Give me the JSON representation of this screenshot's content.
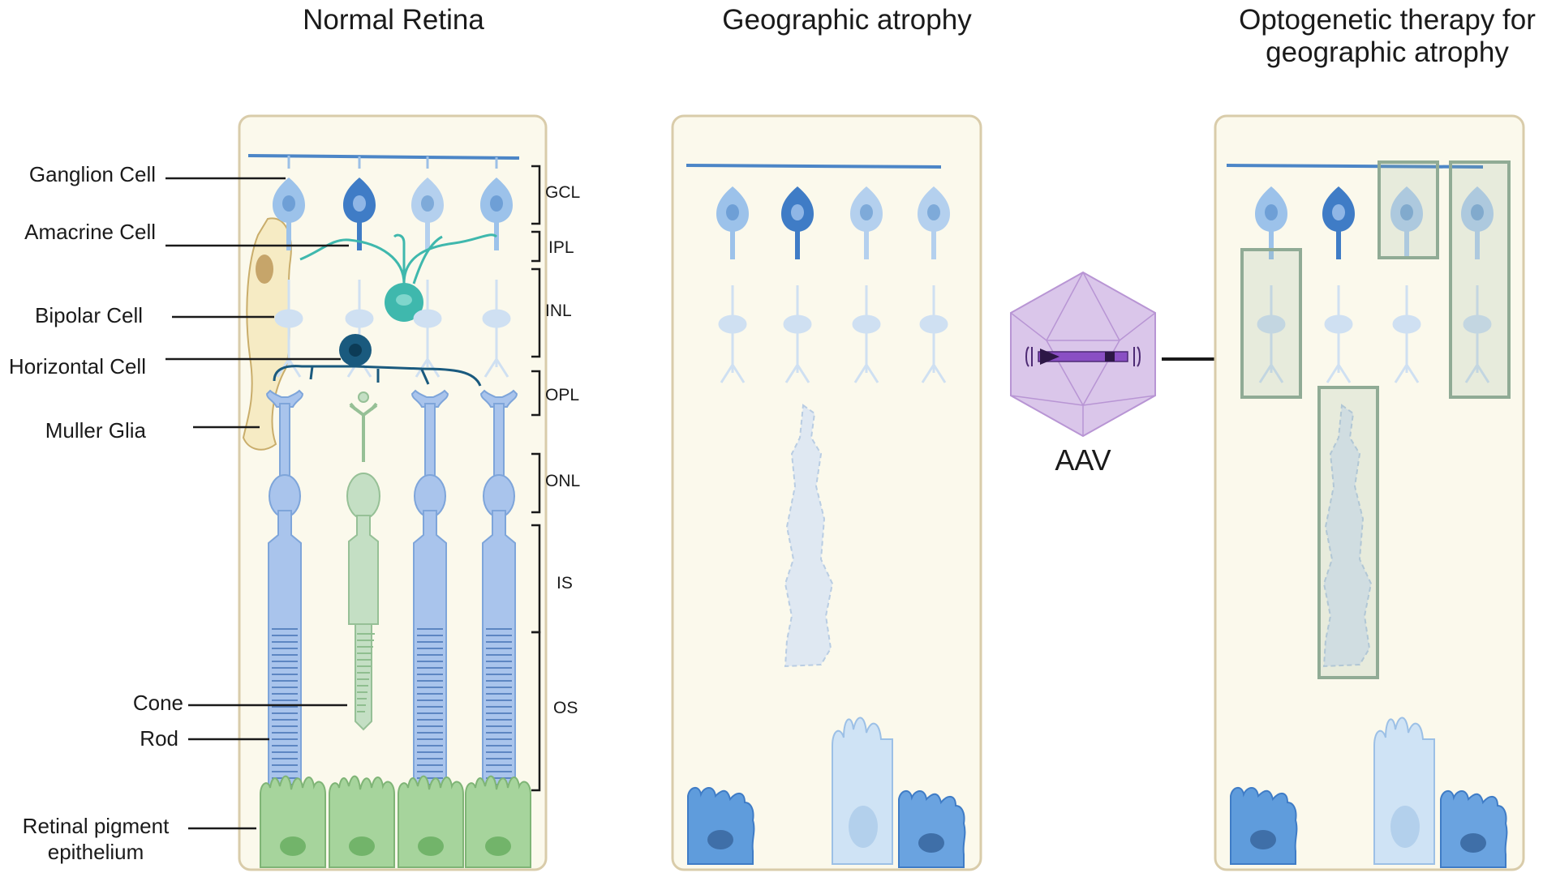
{
  "titles": {
    "normal": "Normal Retina",
    "atrophy": "Geographic atrophy",
    "therapy_line1": "Optogenetic therapy for",
    "therapy_line2": "geographic atrophy"
  },
  "cell_labels": {
    "ganglion": "Ganglion Cell",
    "amacrine": "Amacrine Cell",
    "bipolar": "Bipolar Cell",
    "horizontal": "Horizontal Cell",
    "muller": "Muller Glia",
    "cone": "Cone",
    "rod": "Rod",
    "rpe_line1": "Retinal pigment",
    "rpe_line2": "epithelium"
  },
  "layer_labels": {
    "gcl": "GCL",
    "ipl": "IPL",
    "inl": "INL",
    "opl": "OPL",
    "onl": "ONL",
    "is": "IS",
    "os": "OS"
  },
  "vector": {
    "label": "AAV"
  },
  "colors": {
    "panel_fill": "#fbf9ec",
    "panel_border": "#d9ccaa",
    "ganglion": "#8ab4e2",
    "ganglion_dark": "#3f7cc6",
    "bipolar": "#cfe0f2",
    "amacrine": "#3fb8ad",
    "horizontal": "#1a5a7e",
    "rod": "#a9c4ec",
    "cone": "#c4dfc4",
    "rpe": "#a6d49c",
    "rpe_damaged": "#5f9cdc",
    "highlight": "#90ab95",
    "aav": "#c7a6dc"
  }
}
